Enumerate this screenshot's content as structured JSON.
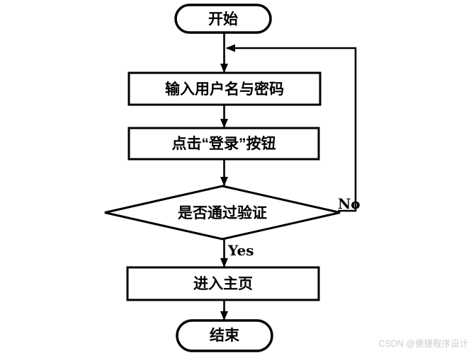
{
  "flowchart": {
    "type": "flowchart",
    "direction": "top-down",
    "nodes": {
      "start": {
        "label": "开始",
        "shape": "terminator"
      },
      "input": {
        "label": "输入用户名与密码",
        "shape": "process"
      },
      "click": {
        "label": "点击“登录”按钮",
        "shape": "process"
      },
      "verify": {
        "label": "是否通过验证",
        "shape": "decision"
      },
      "home": {
        "label": "进入主页",
        "shape": "process"
      },
      "end": {
        "label": "结束",
        "shape": "terminator"
      }
    },
    "edges": [
      {
        "from": "start",
        "to": "input",
        "label": ""
      },
      {
        "from": "input",
        "to": "click",
        "label": ""
      },
      {
        "from": "click",
        "to": "verify",
        "label": ""
      },
      {
        "from": "verify",
        "to": "home",
        "label": "Yes"
      },
      {
        "from": "verify",
        "to": "input",
        "label": "No",
        "route": "right-side-loop"
      },
      {
        "from": "home",
        "to": "end",
        "label": ""
      }
    ],
    "edge_labels": {
      "yes": "Yes",
      "no": "No"
    }
  },
  "watermark": {
    "text": "CSDN @便捷程序设计",
    "color": "#cbcbcb"
  },
  "colors": {
    "background": "#ffffff",
    "stroke": "#000000",
    "node_fill": "#ffffff",
    "watermark": "#cbcbcb"
  }
}
